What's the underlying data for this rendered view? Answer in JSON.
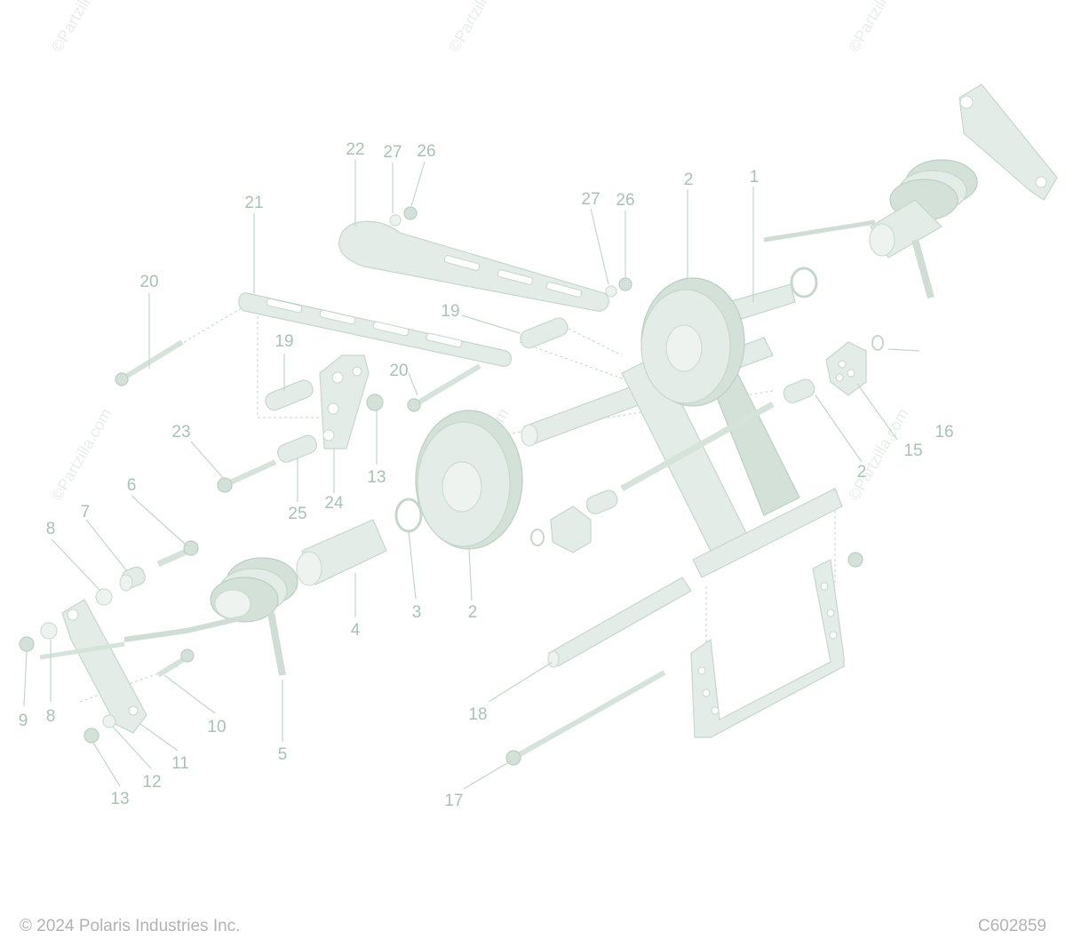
{
  "diagram": {
    "watermark": "©Partzilla.com",
    "labels": [
      "1",
      "2",
      "2",
      "2",
      "3",
      "4",
      "5",
      "6",
      "7",
      "8",
      "8",
      "9",
      "10",
      "11",
      "12",
      "13",
      "13",
      "15",
      "16",
      "17",
      "18",
      "19",
      "19",
      "20",
      "20",
      "21",
      "22",
      "23",
      "24",
      "25",
      "26",
      "26",
      "27",
      "27"
    ]
  },
  "footer": {
    "copyright": "© 2024 Polaris Industries Inc.",
    "code": "C602859"
  }
}
